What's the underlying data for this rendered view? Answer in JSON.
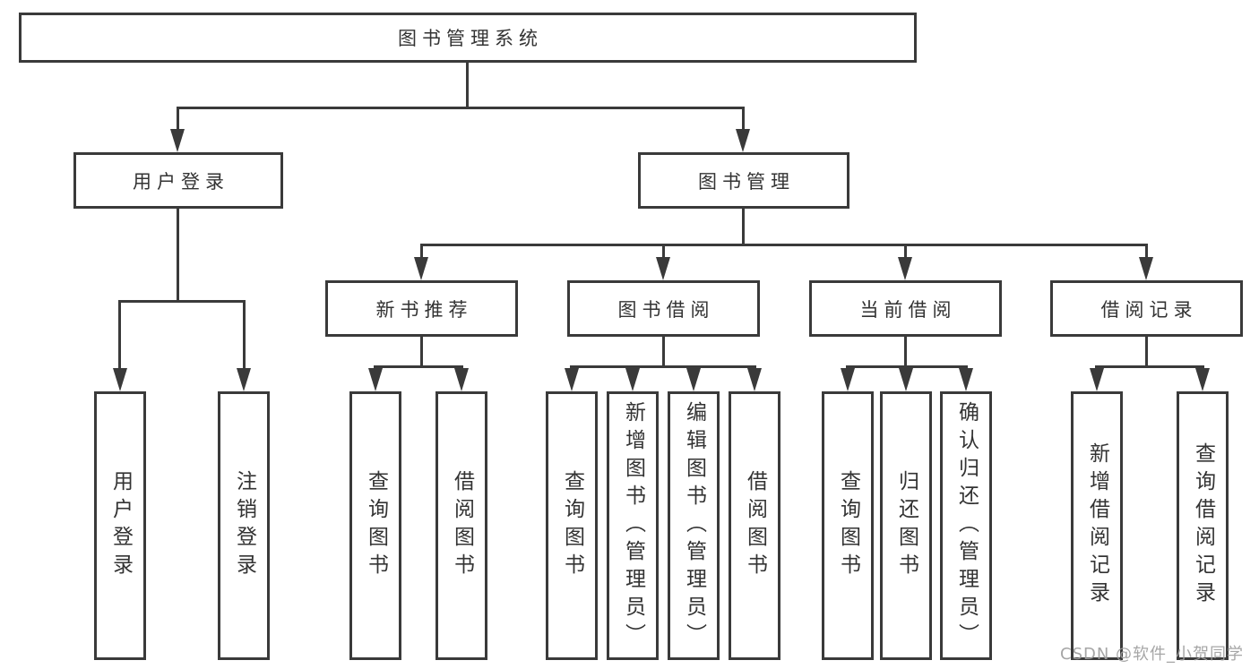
{
  "diagram": {
    "nodes": {
      "root": {
        "label": "图书管理系统"
      },
      "user_login": {
        "label": "用户登录"
      },
      "book_mgmt": {
        "label": "图书管理"
      },
      "new_book_rec": {
        "label": "新书推荐"
      },
      "book_borrow": {
        "label": "图书借阅"
      },
      "current_borrow": {
        "label": "当前借阅"
      },
      "borrow_record": {
        "label": "借阅记录"
      },
      "leaf_user_login": {
        "label": "用户登录"
      },
      "leaf_logout": {
        "label": "注销登录"
      },
      "leaf_query_book_rec": {
        "label": "查询图书"
      },
      "leaf_borrow_book_rec": {
        "label": "借阅图书"
      },
      "leaf_query_book_borrow": {
        "label": "查询图书"
      },
      "leaf_add_book_admin": {
        "label": "新增图书（管理员）"
      },
      "leaf_edit_book_admin": {
        "label": "编辑图书（管理员）"
      },
      "leaf_borrow_book_borrow": {
        "label": "借阅图书"
      },
      "leaf_query_book_current": {
        "label": "查询图书"
      },
      "leaf_return_book": {
        "label": "归还图书"
      },
      "leaf_confirm_return_admin": {
        "label": "确认归还（管理员）"
      },
      "leaf_add_borrow_record": {
        "label": "新增借阅记录"
      },
      "leaf_query_borrow_record": {
        "label": "查询借阅记录"
      }
    },
    "colors": {
      "line": "#3a3a3a",
      "text": "#333333",
      "background": "#ffffff",
      "watermark": "#9e9e9e"
    }
  },
  "watermark": {
    "text": "CSDN @软件_小贺同学"
  }
}
